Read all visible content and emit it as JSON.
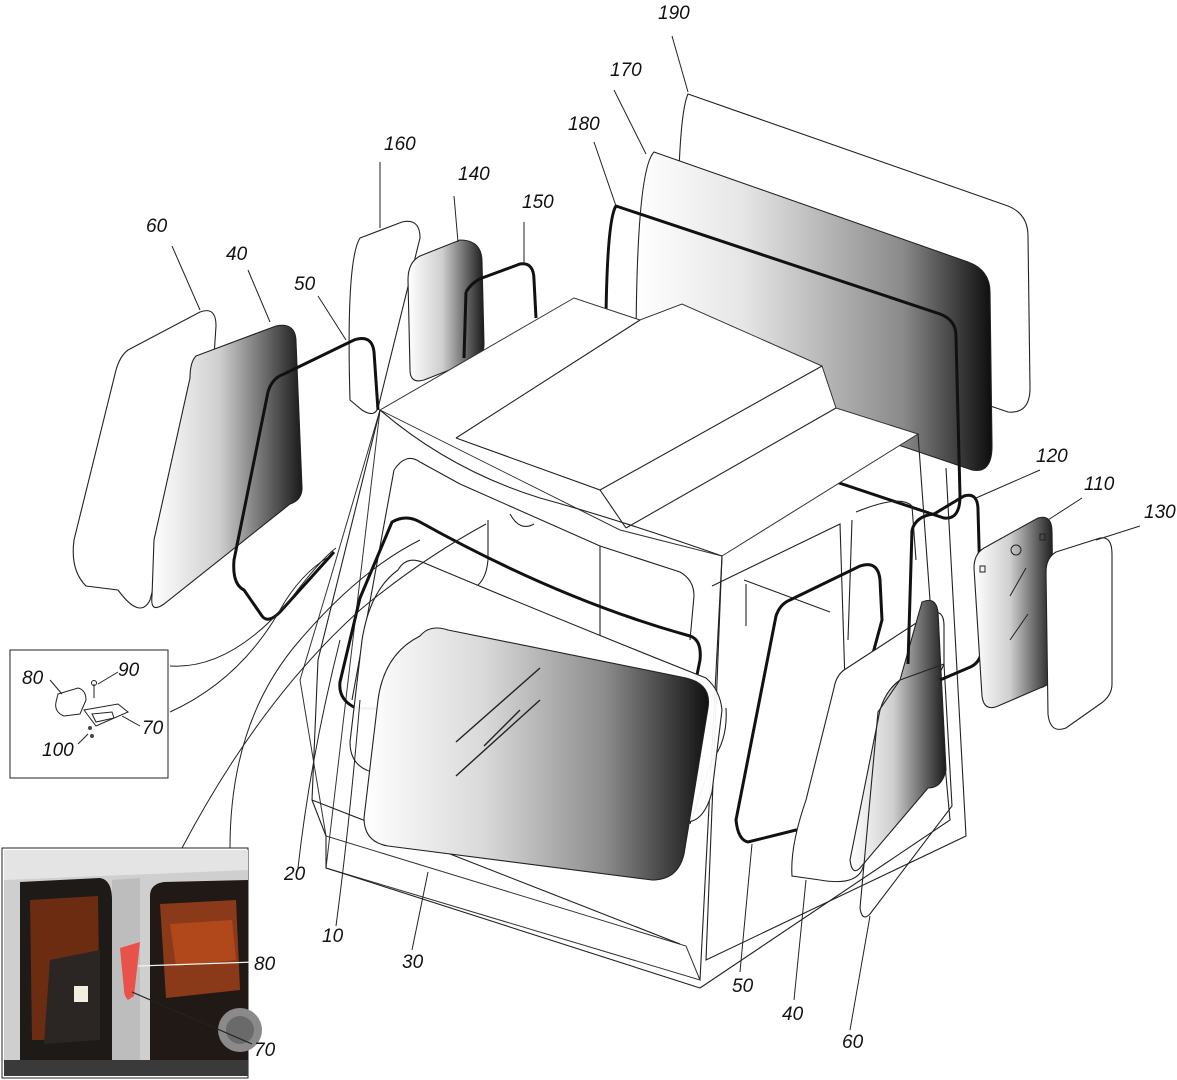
{
  "diagram": {
    "callouts": {
      "c190": "190",
      "c170": "170",
      "c180": "180",
      "c160": "160",
      "c140": "140",
      "c150": "150",
      "c60_left": "60",
      "c40_left": "40",
      "c50_left": "50",
      "c120": "120",
      "c110": "110",
      "c130": "130",
      "c80_detail": "80",
      "c90_detail": "90",
      "c70_detail": "70",
      "c100_detail": "100",
      "c20": "20",
      "c10": "10",
      "c30": "30",
      "c50_right": "50",
      "c40_right": "40",
      "c60_right": "60",
      "c80_photo": "80",
      "c70_photo": "70"
    },
    "colors": {
      "line": "#222222",
      "gradient_light": "#f4f4f4",
      "gradient_dark": "#111111",
      "photo_accent": "#e8524a",
      "photo_interior": "#8a3a18"
    }
  }
}
